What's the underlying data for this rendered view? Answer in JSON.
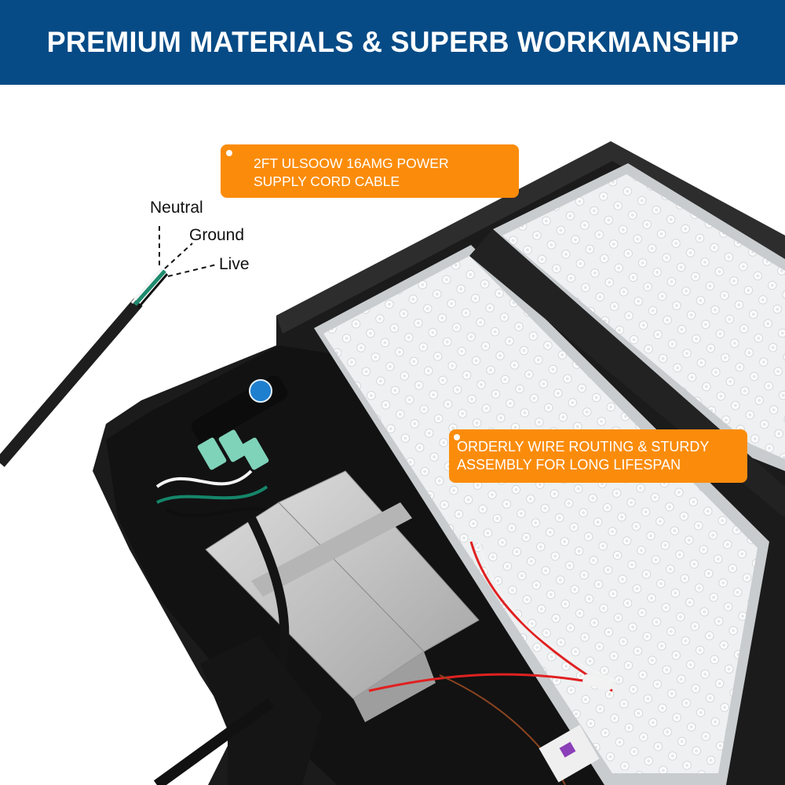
{
  "header": {
    "title": "PREMIUM MATERIALS & SUPERB WORKMANSHIP",
    "background_color": "#064b86"
  },
  "callouts": [
    {
      "line1": "2FT ULSOOW 16AMG POWER",
      "line2": "SUPPLY CORD CABLE"
    },
    {
      "line1": "ORDERLY WIRE ROUTING & STURDY",
      "line2": "ASSEMBLY FOR LONG LIFESPAN"
    }
  ],
  "callout_color": "#fb8c0b",
  "wire_labels": {
    "neutral": "Neutral",
    "ground": "Ground",
    "live": "Live"
  },
  "product": {
    "description": "LED area light fixture with open driver compartment",
    "icons": [
      "power-cord-icon",
      "led-module-icon",
      "driver-box-icon",
      "surge-protector-icon",
      "wire-connector-icon"
    ]
  }
}
